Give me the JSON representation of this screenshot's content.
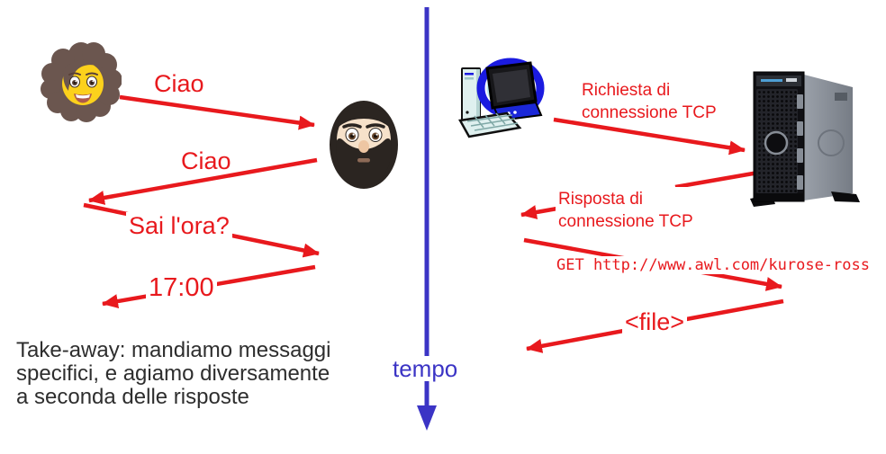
{
  "colors": {
    "arrow_red": "#e8191d",
    "timeline_blue": "#3b34c5",
    "takeaway_text": "#2e2e2e",
    "background": "#ffffff"
  },
  "left_panel": {
    "actors": {
      "sender": "woman-curly-hair-emoji",
      "receiver": "bearded-man-emoji"
    },
    "messages": [
      {
        "label": "Ciao",
        "direction": "right"
      },
      {
        "label": "Ciao",
        "direction": "left"
      },
      {
        "label": "Sai l'ora?",
        "direction": "right"
      },
      {
        "label": "17:00",
        "direction": "left"
      }
    ],
    "takeaway_lines": [
      "Take-away: mandiamo messaggi",
      "specifici, e agiamo diversamente",
      "a seconda delle risposte"
    ]
  },
  "timeline": {
    "label": "tempo",
    "direction": "down"
  },
  "right_panel": {
    "actors": {
      "client": "desktop-computer-clipart",
      "server": "tower-server-photo"
    },
    "messages": [
      {
        "label_lines": [
          "Richiesta di",
          "connessione TCP"
        ],
        "direction": "right"
      },
      {
        "label_lines": [
          "Risposta di",
          "connessione TCP"
        ],
        "direction": "left"
      },
      {
        "label": "GET http://www.awl.com/kurose-ross",
        "direction": "right"
      },
      {
        "label": "<file>",
        "direction": "left"
      }
    ]
  },
  "icons": {
    "woman-emoji": "woman face with curly brown hair",
    "man-emoji": "man face with dark beard",
    "client-computer-icon": "blue CRT desktop computer clipart",
    "server-tower-icon": "black Dell tower server",
    "timeline-arrow-icon": "blue downward time arrow"
  }
}
